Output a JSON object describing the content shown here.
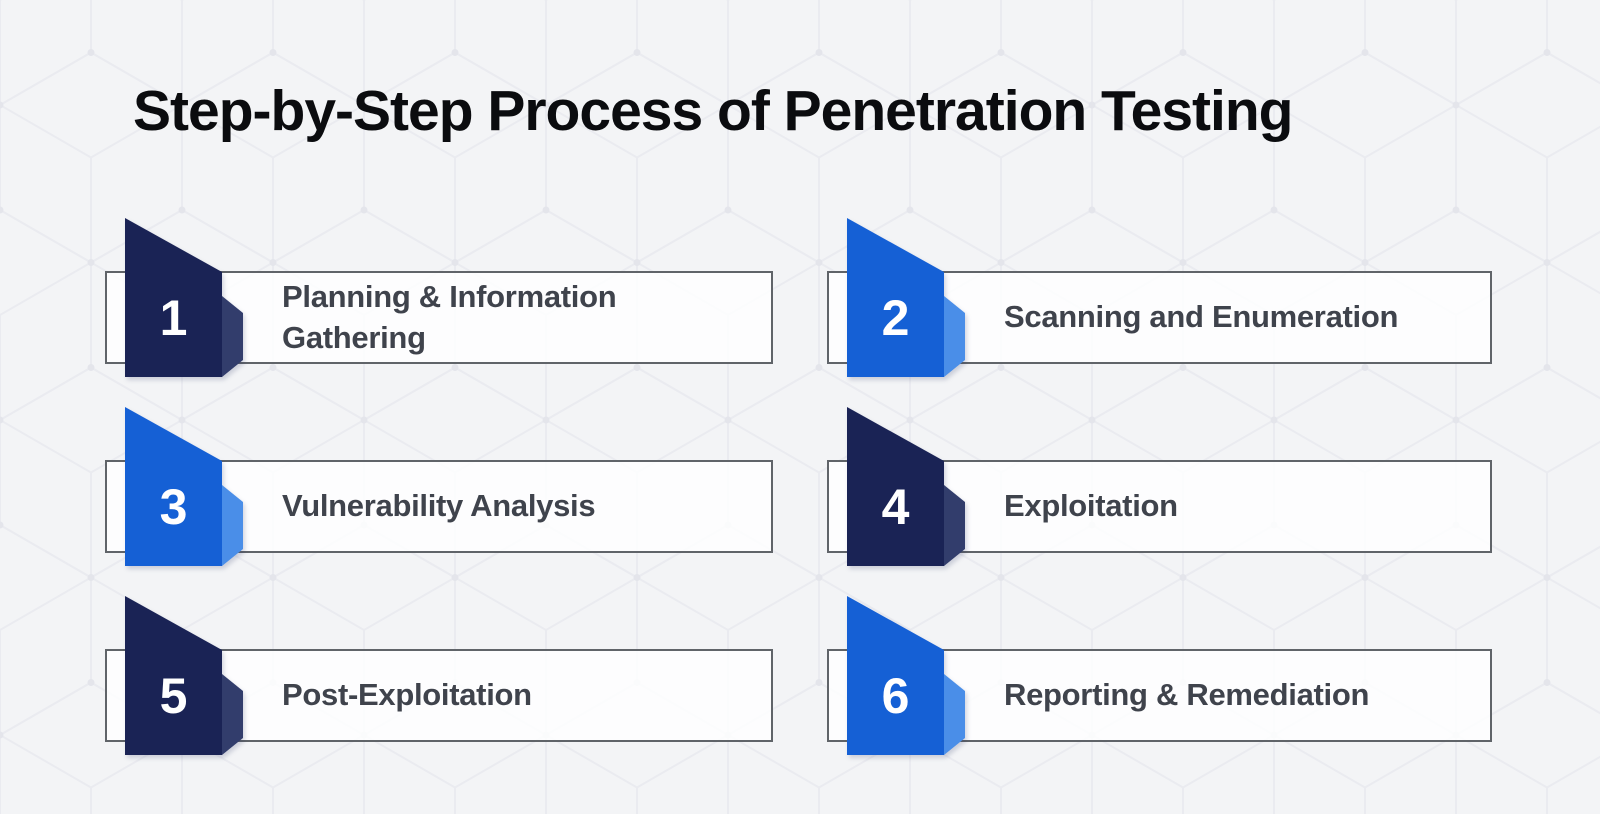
{
  "title": "Step-by-Step Process of Penetration Testing",
  "colors": {
    "background": "#f3f4f6",
    "pattern_line": "#e9eaef",
    "pattern_dot": "#e2e3ea",
    "title_text": "#0b0c0f",
    "label_text": "#3f434c",
    "box_border": "#606469",
    "box_fill": "rgba(255,255,255,0.82)",
    "number_text": "#ffffff",
    "navy": "#1a2355",
    "navy_accent": "#323d6c",
    "blue": "#1560d5",
    "blue_accent": "#4a8ee8"
  },
  "steps": [
    {
      "number": "1",
      "label": "Planning & Information Gathering",
      "variant": "navy",
      "row": 1,
      "column": 1
    },
    {
      "number": "2",
      "label": "Scanning and Enumeration",
      "variant": "blue",
      "row": 1,
      "column": 2
    },
    {
      "number": "3",
      "label": "Vulnerability Analysis",
      "variant": "blue",
      "row": 2,
      "column": 1
    },
    {
      "number": "4",
      "label": "Exploitation",
      "variant": "navy",
      "row": 2,
      "column": 2
    },
    {
      "number": "5",
      "label": "Post-Exploitation",
      "variant": "navy",
      "row": 3,
      "column": 1
    },
    {
      "number": "6",
      "label": "Reporting & Remediation",
      "variant": "blue",
      "row": 3,
      "column": 2
    }
  ]
}
